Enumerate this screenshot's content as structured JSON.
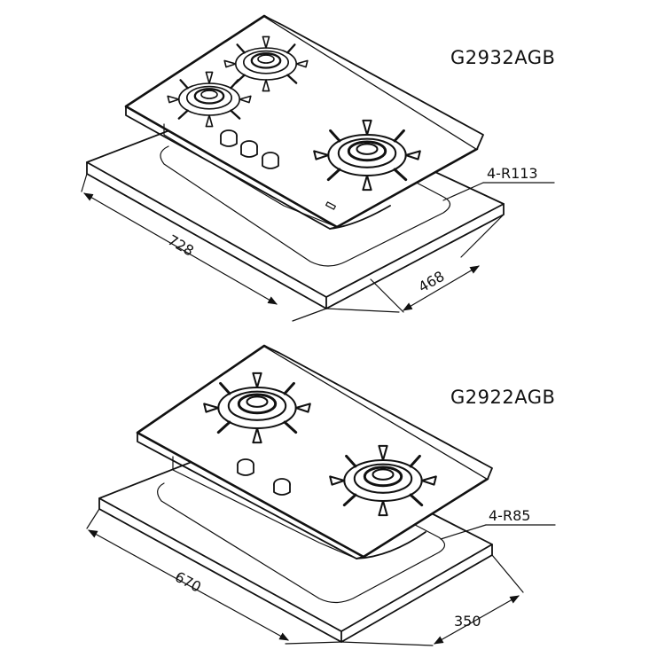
{
  "products": [
    {
      "model": "G2932AGB",
      "width_label": "728",
      "depth_label": "468",
      "corner_label": "4-R113"
    },
    {
      "model": "G2922AGB",
      "width_label": "670",
      "depth_label": "350",
      "corner_label": "4-R85"
    }
  ]
}
